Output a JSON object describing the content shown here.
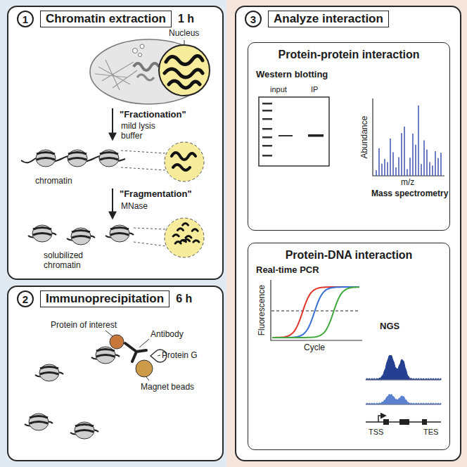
{
  "diagram": {
    "nodes": [
      {
        "text": [
          "1",
          "Chromatin extraction",
          "1 h"
        ]
      },
      {
        "text": [
          "2",
          "Immunoprecipitation",
          "6 h"
        ]
      },
      {
        "text": [
          "3",
          "Analyze interaction"
        ]
      },
      {
        "text": [
          "Protein-protein interaction"
        ],
        "in": 2
      },
      {
        "text": [
          "Protein-DNA interaction"
        ],
        "in": 2
      }
    ],
    "labels": [
      "Nucleus",
      "\"Fractionation\"",
      "mild lysis buffer",
      "chromatin",
      "\"Fragmentation\"",
      "MNase",
      "solubilized chromatin",
      "Protein of interest",
      "Antibody",
      "Protein G",
      "Magnet beads",
      "Western blotting",
      "input",
      "IP",
      "Abundance",
      "m/z",
      "Mass spectrometry",
      "Real-time PCR",
      "Fluorescence",
      "Cycle",
      "NGS",
      "TSS",
      "TES"
    ]
  }
}
